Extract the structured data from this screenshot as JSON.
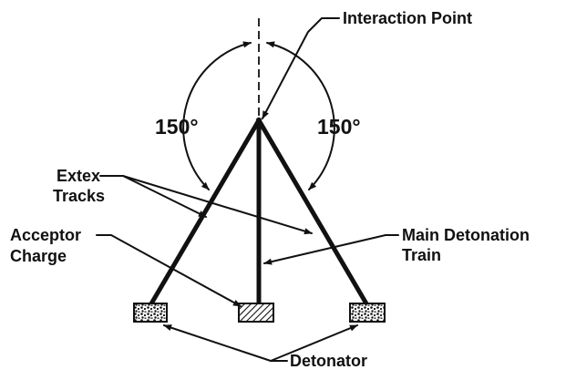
{
  "labels": {
    "interaction_point": "Interaction Point",
    "angle_left": "150°",
    "angle_right": "150°",
    "extex_line1": "Extex",
    "extex_line2": "Tracks",
    "acceptor_line1": "Acceptor",
    "acceptor_line2": "Charge",
    "main_line1": "Main Detonation",
    "main_line2": "Train",
    "detonator": "Detonator"
  }
}
